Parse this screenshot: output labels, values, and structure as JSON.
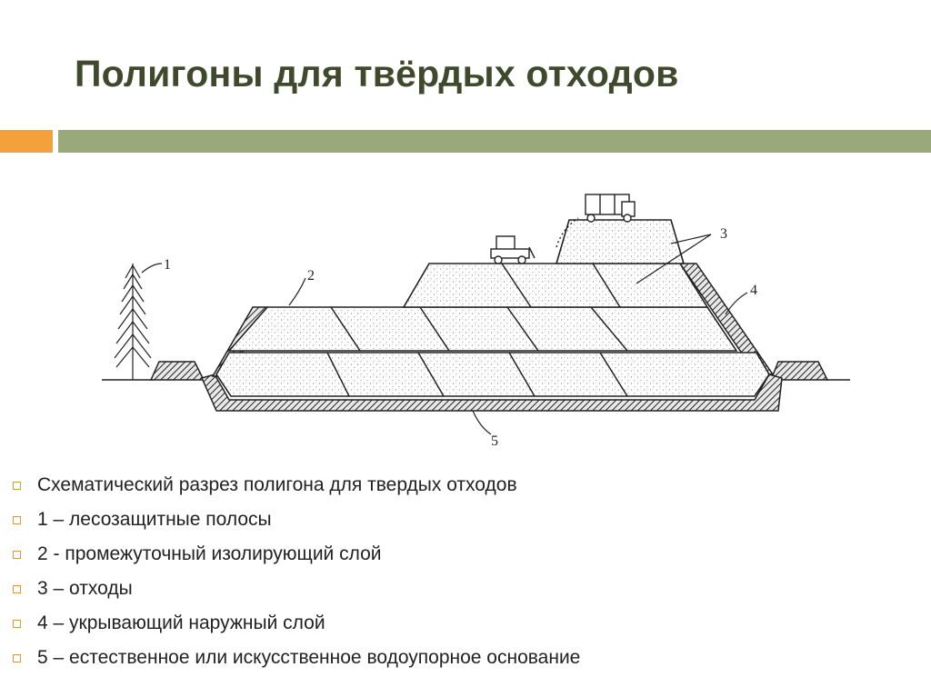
{
  "slide": {
    "title": "Полигоны для твёрдых отходов"
  },
  "diagram": {
    "callouts": [
      "1",
      "2",
      "3",
      "4",
      "5"
    ]
  },
  "legend": {
    "items": [
      "Схематический разрез полигона для твердых отходов",
      "1 – лесозащитные полосы",
      "2 - промежуточный изолирующий слой",
      "3 – отходы",
      "4 – укрывающий наружный слой",
      "5 – естественное или искусственное водоупорное основание"
    ]
  },
  "colors": {
    "title": "#3f4a2d",
    "accent_orange": "#f4a13b",
    "accent_green": "#9aa97a",
    "bullet": "#d09a4a"
  }
}
